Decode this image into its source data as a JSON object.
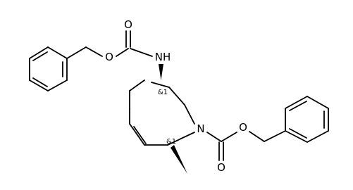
{
  "molecule": {
    "atom_labels": {
      "carbonyl_o_top": "O",
      "ester_o_left": "O",
      "amine_n": "NH",
      "ring_n": "N",
      "ester_o_right": "O",
      "carbonyl_o_bottom": "O"
    },
    "stereo_labels": {
      "c3": "&1",
      "c7": "&1"
    }
  }
}
